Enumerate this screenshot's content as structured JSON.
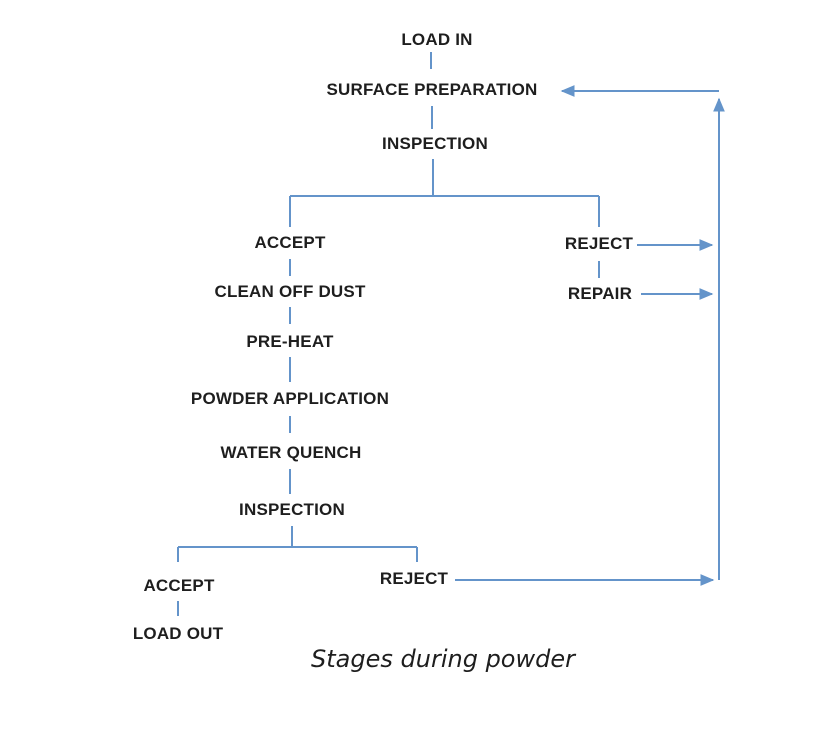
{
  "diagram": {
    "caption": "Stages during powder",
    "colors": {
      "line": "#6494ca",
      "text": "#1e1e1e"
    },
    "nodes": {
      "load_in": "LOAD IN",
      "surface_preparation": "SURFACE PREPARATION",
      "inspection_top": "INSPECTION",
      "accept_top": "ACCEPT",
      "reject_top": "REJECT",
      "clean_off_dust": "CLEAN OFF DUST",
      "repair": "REPAIR",
      "pre_heat": "PRE-HEAT",
      "powder_application": "POWDER APPLICATION",
      "water_quench": "WATER QUENCH",
      "inspection_bottom": "INSPECTION",
      "accept_bottom": "ACCEPT",
      "reject_bottom": "REJECT",
      "load_out": "LOAD OUT"
    }
  }
}
